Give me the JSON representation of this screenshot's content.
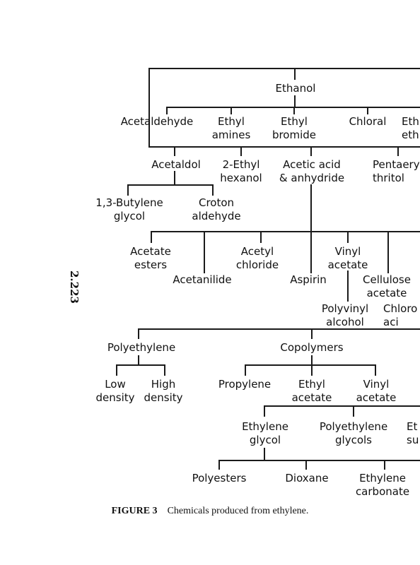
{
  "page_number": "2.223",
  "caption": {
    "label": "FIGURE 3",
    "text": "Chemicals produced from ethylene."
  },
  "nodes": {
    "ethanol": [
      "Ethanol"
    ],
    "acetaldehyde": [
      "Acetaldehyde"
    ],
    "ethyl_amines": [
      "Ethyl",
      "amines"
    ],
    "ethyl_bromide": [
      "Ethyl",
      "bromide"
    ],
    "chloral": [
      "Chloral"
    ],
    "eth_cut": [
      "Eth",
      "eth"
    ],
    "acetaldol": [
      "Acetaldol"
    ],
    "ethyl_hexanol": [
      "2-Ethyl",
      "hexanol"
    ],
    "acetic_acid": [
      "Acetic acid",
      "& anhydride"
    ],
    "pentaerythritol": [
      "Pentaery",
      "thritol"
    ],
    "butylene_glycol": [
      "1,3-Butylene",
      "glycol"
    ],
    "croton_aldehyde": [
      "Croton",
      "aldehyde"
    ],
    "acetate_esters": [
      "Acetate",
      "esters"
    ],
    "acetanilide": [
      "Acetanilide"
    ],
    "acetyl_chloride": [
      "Acetyl",
      "chloride"
    ],
    "aspirin": [
      "Aspirin"
    ],
    "vinyl_acetate_a": [
      "Vinyl",
      "acetate"
    ],
    "cellulose_acetate": [
      "Cellulose",
      "acetate"
    ],
    "polyvinyl_alcohol": [
      "Polyvinyl",
      "alcohol"
    ],
    "chloro_cut": [
      "Chloro",
      "aci"
    ],
    "polyethylene": [
      "Polyethylene"
    ],
    "copolymers": [
      "Copolymers"
    ],
    "low_density": [
      "Low",
      "density"
    ],
    "high_density": [
      "High",
      "density"
    ],
    "propylene": [
      "Propylene"
    ],
    "ethyl_acetate": [
      "Ethyl",
      "acetate"
    ],
    "vinyl_acetate_b": [
      "Vinyl",
      "acetate"
    ],
    "ethylene_glycol": [
      "Ethylene",
      "glycol"
    ],
    "polyethylene_glycols": [
      "Polyethylene",
      "glycols"
    ],
    "eth_su_cut": [
      "Et",
      "su"
    ],
    "polyesters": [
      "Polyesters"
    ],
    "dioxane": [
      "Dioxane"
    ],
    "ethylene_carbonate": [
      "Ethylene",
      "carbonate"
    ]
  }
}
